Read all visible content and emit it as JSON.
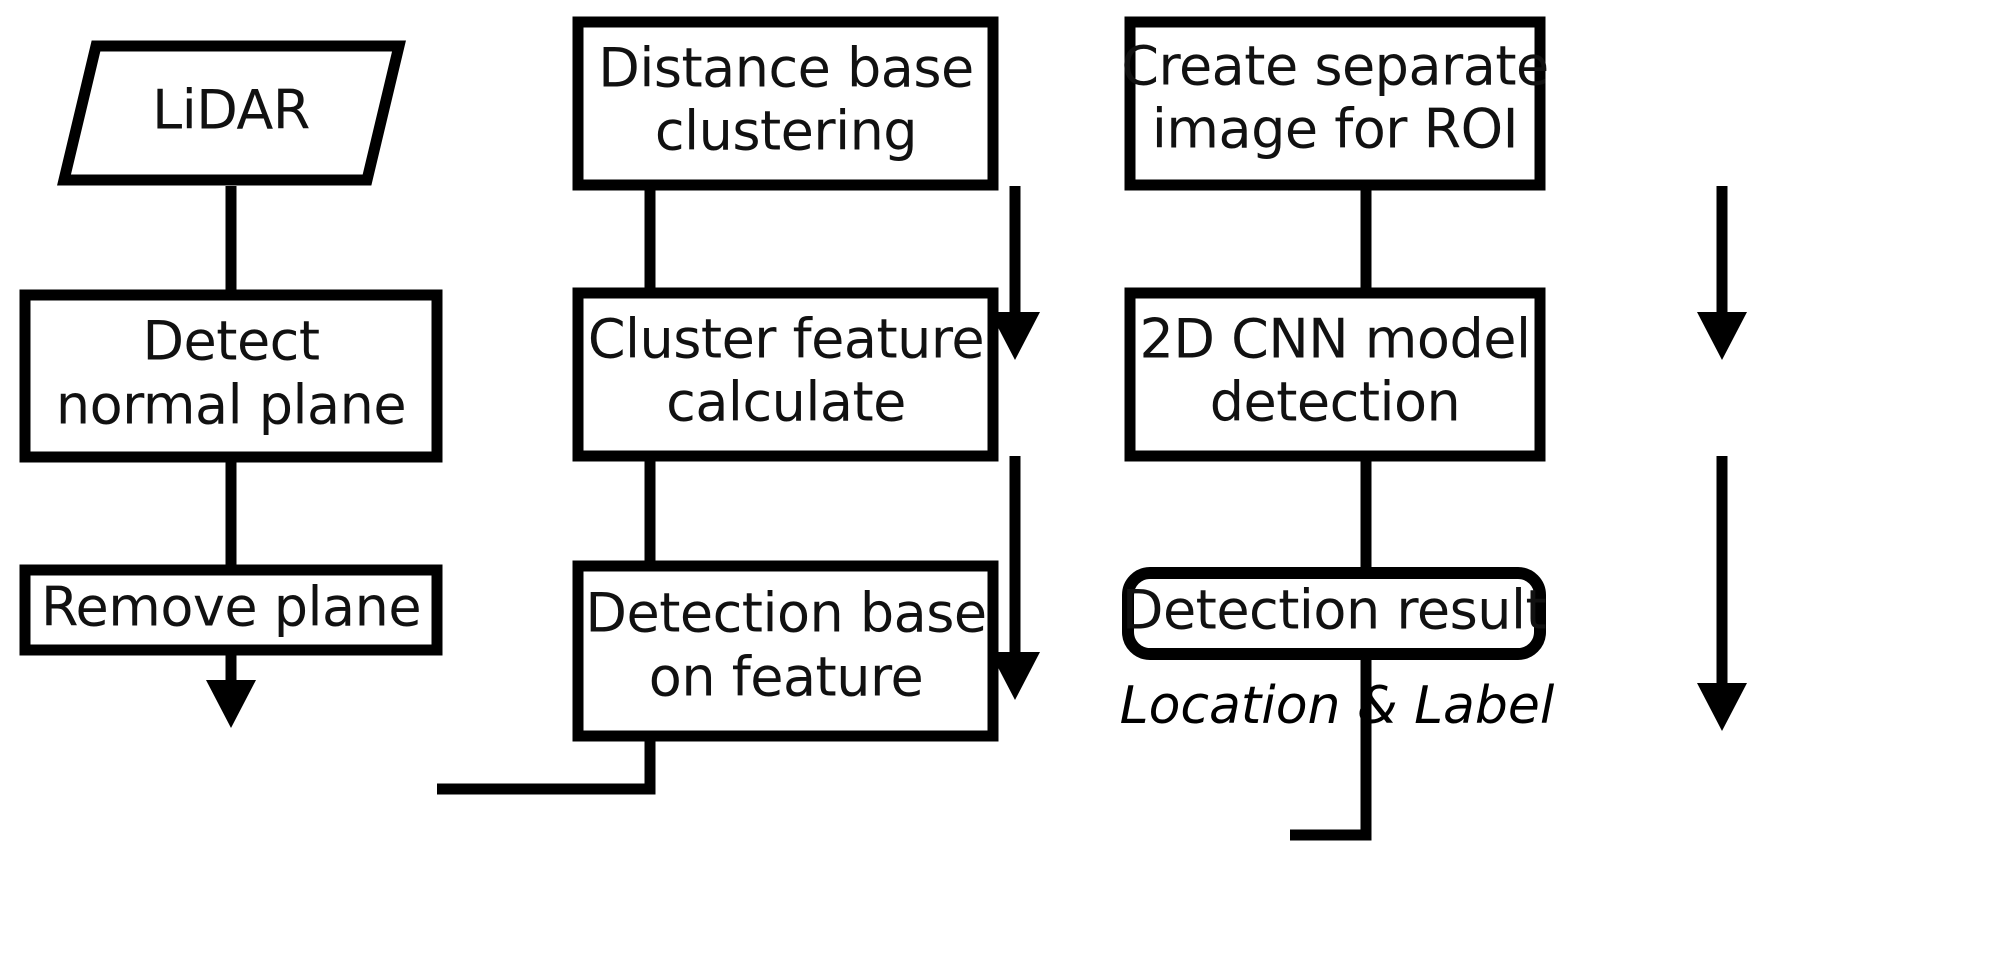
{
  "diagram": {
    "title": "LiDAR point-cloud object detection pipeline flowchart",
    "background_color": "#ffffff",
    "stroke_color": "#000000",
    "text_color": "#111111",
    "nodes": [
      {
        "id": "lidar",
        "label": "LiDAR",
        "shape": "parallelogram",
        "column": "left"
      },
      {
        "id": "detect-normal-plane",
        "label_line1": "Detect",
        "label_line2": "normal plane",
        "shape": "rectangle",
        "column": "left"
      },
      {
        "id": "remove-plane",
        "label": "Remove plane",
        "shape": "rectangle",
        "column": "left"
      },
      {
        "id": "distance-base-clustering",
        "label_line1": "Distance base",
        "label_line2": "clustering",
        "shape": "rectangle",
        "column": "middle"
      },
      {
        "id": "cluster-feature-calculate",
        "label_line1": "Cluster feature",
        "label_line2": "calculate",
        "shape": "rectangle",
        "column": "middle"
      },
      {
        "id": "detection-base-on-feature",
        "label_line1": "Detection base",
        "label_line2": "on feature",
        "shape": "rectangle",
        "column": "middle"
      },
      {
        "id": "create-separate-image-for-roi",
        "label_line1": "Create separate",
        "label_line2": "image for ROI",
        "shape": "rectangle",
        "column": "right"
      },
      {
        "id": "cnn-model-detection",
        "label_line1": "2D CNN model",
        "label_line2": "detection",
        "shape": "rectangle",
        "column": "right"
      },
      {
        "id": "detection-result",
        "label": "Detection result",
        "shape": "rounded-rectangle",
        "column": "right"
      }
    ],
    "caption": "Location & Label",
    "edges": [
      {
        "from": "lidar",
        "to": "detect-normal-plane",
        "style": "straight-down-arrow"
      },
      {
        "from": "detect-normal-plane",
        "to": "remove-plane",
        "style": "straight-down-arrow"
      },
      {
        "from": "remove-plane",
        "to": "distance-base-clustering",
        "style": "elbow-right-up-arrow"
      },
      {
        "from": "distance-base-clustering",
        "to": "cluster-feature-calculate",
        "style": "straight-down-arrow"
      },
      {
        "from": "cluster-feature-calculate",
        "to": "detection-base-on-feature",
        "style": "straight-down-arrow"
      },
      {
        "from": "detection-base-on-feature",
        "to": "create-separate-image-for-roi",
        "style": "elbow-right-up-arrow"
      },
      {
        "from": "create-separate-image-for-roi",
        "to": "cnn-model-detection",
        "style": "straight-down-arrow"
      },
      {
        "from": "cnn-model-detection",
        "to": "detection-result",
        "style": "straight-down-arrow"
      }
    ]
  }
}
